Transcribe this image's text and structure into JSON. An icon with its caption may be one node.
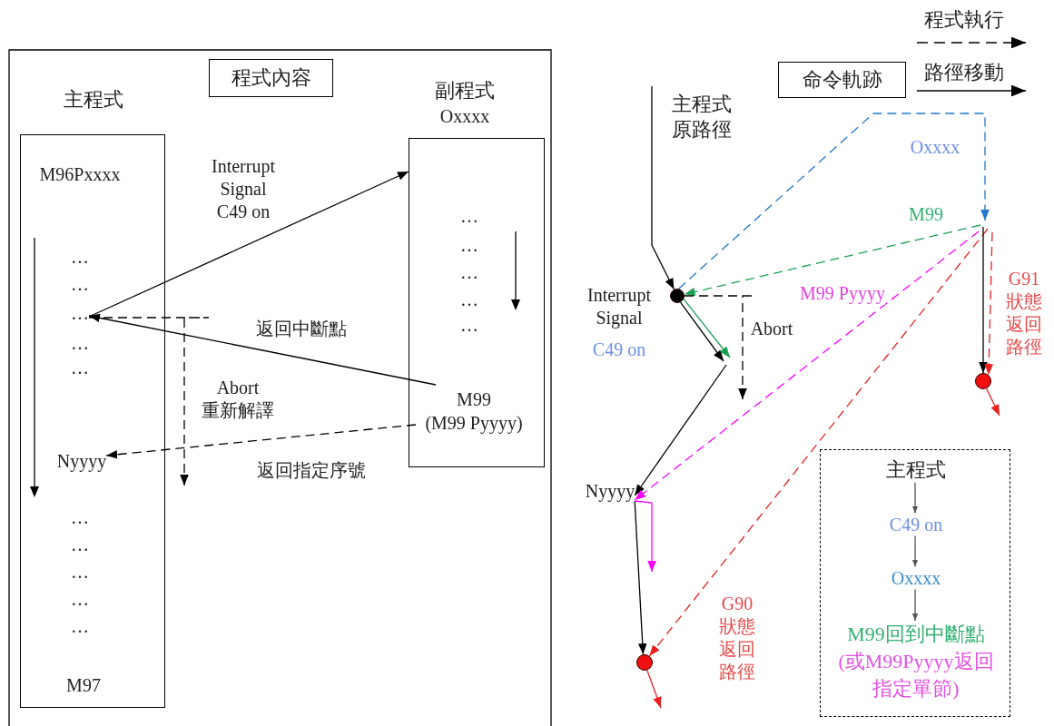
{
  "diagram": {
    "nodes": [
      {
        "text": [
          "程式內容"
        ]
      },
      {
        "text": [
          "主程式",
          "M96Pxxxx",
          "…",
          "…",
          "…",
          "…",
          "…",
          "…",
          "…",
          "…",
          "…",
          "M97"
        ]
      },
      {
        "text": [
          "…"
        ],
        "in": 1
      },
      {
        "text": [
          "Nyyyy"
        ],
        "in": 1
      },
      {
        "text": [
          "副程式",
          "Oxxxx",
          "…",
          "…",
          "…",
          "…",
          "…"
        ]
      },
      {
        "text": [
          "M99",
          "(M99 Pyyyy)"
        ],
        "in": 4
      },
      {
        "text": [
          "命令軌跡"
        ]
      },
      {
        "text": [],
        "shape": "circle",
        "beside": [
          "Interrupt Signal",
          "C49 on"
        ]
      },
      {
        "text": [
          "Nyyyy"
        ]
      },
      {
        "text": [],
        "shape": "circle"
      },
      {
        "text": [],
        "shape": "circle"
      },
      {
        "text": [],
        "shape": "box"
      },
      {
        "text": [
          "主程式"
        ],
        "in": 11
      },
      {
        "text": [
          "C49 on"
        ],
        "in": 11
      },
      {
        "text": [
          "Oxxxx"
        ],
        "in": 11
      },
      {
        "text": [
          "M99回到中斷點",
          "(或M99Pyyyy返回指定單節)"
        ],
        "in": 11
      }
    ],
    "edges": [
      {
        "from": 2,
        "to": 4,
        "arrow": "to",
        "label": "Interrupt Signal C49 on"
      },
      {
        "from": 5,
        "to": 2,
        "arrow": "to",
        "label": "返回中斷點"
      },
      {
        "from": 5,
        "to": 3,
        "arrow": "to",
        "style": "dashed",
        "label": "返回指定序號"
      },
      {
        "from": 2,
        "to": null,
        "arrow": "to",
        "style": "dashed",
        "label": "Abort 重新解譯"
      },
      {
        "from": null,
        "to": 7,
        "arrow": "to",
        "label": "主程式原路徑"
      },
      {
        "from": 7,
        "to": null,
        "arrow": "to"
      },
      {
        "from": 7,
        "to": null,
        "arrow": "to",
        "color": "#1aa050"
      },
      {
        "from": null,
        "to": 8,
        "arrow": "to"
      },
      {
        "from": 7,
        "to": null,
        "arrow": "to",
        "style": "dashed",
        "color": "#1f78c8",
        "label": "Oxxxx"
      },
      {
        "from": null,
        "to": 7,
        "arrow": "to",
        "style": "dashed",
        "color": "#1aa050",
        "label": "M99"
      },
      {
        "from": 7,
        "to": null,
        "arrow": "to",
        "style": "dashed",
        "label": "Abort"
      },
      {
        "from": null,
        "to": 8,
        "arrow": "to",
        "style": "dashed",
        "color": "#ff00ff",
        "label": "M99 Pyyyy"
      },
      {
        "from": null,
        "to": 10,
        "arrow": "to",
        "style": "dashed",
        "color": "#e82020",
        "label": "G90 狀態返回路徑"
      },
      {
        "from": null,
        "to": 9,
        "arrow": "to"
      },
      {
        "from": null,
        "to": 9,
        "arrow": "to",
        "style": "dashed",
        "color": "#e82020",
        "label": "G91 狀態返回路徑"
      },
      {
        "from": 8,
        "to": 10,
        "arrow": "to"
      },
      {
        "from": 8,
        "to": null,
        "arrow": "to",
        "color": "#ff00ff"
      },
      {
        "from": 9,
        "to": null,
        "arrow": "to",
        "color": "#e82020"
      },
      {
        "from": 10,
        "to": null,
        "arrow": "to",
        "color": "#e82020"
      },
      {
        "from": 12,
        "to": 13,
        "arrow": "to",
        "color": "#555555"
      },
      {
        "from": 13,
        "to": 14,
        "arrow": "to",
        "color": "#555555"
      },
      {
        "from": 14,
        "to": 15,
        "arrow": "to",
        "color": "#555555"
      }
    ],
    "legend": [
      {
        "text": "程式執行"
      },
      {
        "text": "路徑移動"
      }
    ]
  }
}
